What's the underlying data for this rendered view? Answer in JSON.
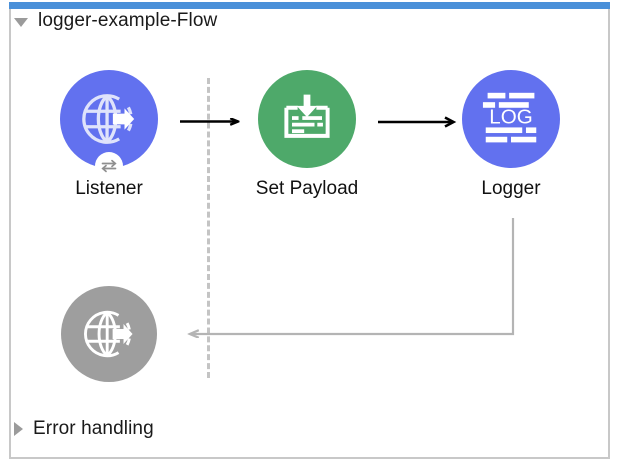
{
  "window": {
    "accent_bar_color": "#4a90d9",
    "panel_border_color": "#c8c8c8",
    "background": "#ffffff"
  },
  "flow": {
    "header": {
      "title": "logger-example-Flow",
      "toggle_icon": "triangle-down-icon",
      "expanded": true
    },
    "separator": {
      "icon": "dashed-vertical-divider",
      "color": "#c4c4c4"
    },
    "nodes": [
      {
        "id": "listener",
        "label": "Listener",
        "icon": "globe-arrow-icon",
        "badge_icon": "exchange-arrows-icon",
        "color": "#6271ef",
        "state": "enabled"
      },
      {
        "id": "set-payload",
        "label": "Set Payload",
        "icon": "document-download-icon",
        "color": "#4ea96a",
        "state": "enabled"
      },
      {
        "id": "logger",
        "label": "Logger",
        "icon": "log-lines-icon",
        "icon_text": "LOG",
        "color": "#6271ef",
        "state": "enabled"
      },
      {
        "id": "response",
        "label": "",
        "icon": "globe-arrow-icon",
        "color": "#9e9e9e",
        "state": "disabled"
      }
    ],
    "connectors": [
      {
        "id": "listener-to-set-payload",
        "from": "listener",
        "to": "set-payload",
        "style": "solid-arrow",
        "color": "#000000"
      },
      {
        "id": "set-payload-to-logger",
        "from": "set-payload",
        "to": "logger",
        "style": "solid-arrow",
        "color": "#000000"
      },
      {
        "id": "logger-to-response",
        "from": "logger",
        "to": "response",
        "style": "return-path-arrow",
        "color": "#b4b4b4"
      }
    ]
  },
  "error_handling": {
    "header": {
      "title": "Error handling",
      "toggle_icon": "triangle-right-icon",
      "expanded": false
    }
  }
}
